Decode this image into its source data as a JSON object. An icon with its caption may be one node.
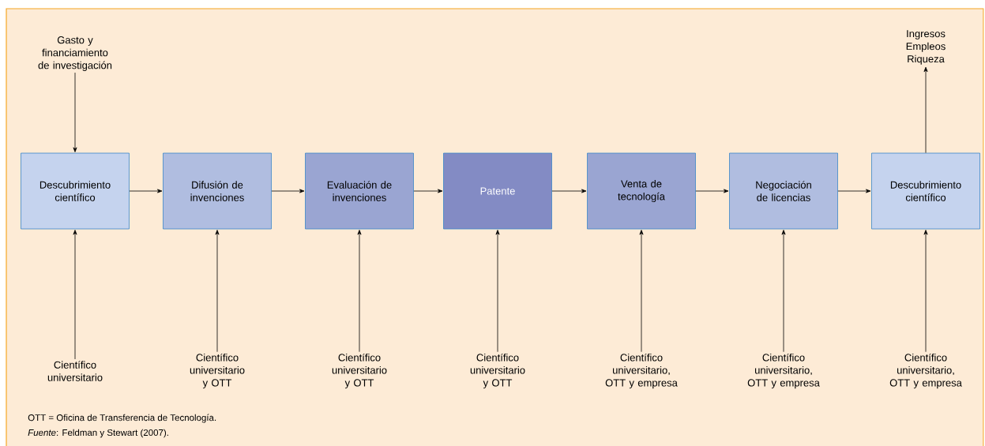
{
  "diagram": {
    "nodes": [
      {
        "text": [
          "Gasto y financiamiento de investigación"
        ]
      },
      {
        "text": [
          "Descubrimiento científico"
        ]
      },
      {
        "text": [
          "Difusión de invenciones"
        ]
      },
      {
        "text": [
          "Evaluación de invenciones"
        ]
      },
      {
        "text": [
          "Patente"
        ]
      },
      {
        "text": [
          "Venta de tecnología"
        ]
      },
      {
        "text": [
          "Negociación de licencias"
        ]
      },
      {
        "text": [
          "Descubrimiento científico"
        ]
      },
      {
        "text": [
          "Ingresos Empleos Riqueza"
        ]
      },
      {
        "text": [
          "Científico universitario"
        ]
      },
      {
        "text": [
          "Científico universitario y OTT"
        ]
      },
      {
        "text": [
          "Científico universitario y OTT"
        ]
      },
      {
        "text": [
          "Científico universitario y OTT"
        ]
      },
      {
        "text": [
          "Científico universitario, OTT y empresa"
        ]
      },
      {
        "text": [
          "Científico universitario, OTT y empresa"
        ]
      },
      {
        "text": [
          "Científico universitario, OTT y empresa"
        ]
      }
    ],
    "edges": [
      {
        "from": 0,
        "to": 1,
        "arrow": "to"
      },
      {
        "from": 1,
        "to": 2,
        "arrow": "to"
      },
      {
        "from": 2,
        "to": 3,
        "arrow": "to"
      },
      {
        "from": 3,
        "to": 4,
        "arrow": "to"
      },
      {
        "from": 4,
        "to": 5,
        "arrow": "to"
      },
      {
        "from": 5,
        "to": 6,
        "arrow": "to"
      },
      {
        "from": 6,
        "to": 7,
        "arrow": "to"
      },
      {
        "from": 7,
        "to": 8,
        "arrow": "to"
      },
      {
        "from": 9,
        "to": 1,
        "arrow": "to"
      },
      {
        "from": 10,
        "to": 2,
        "arrow": "to"
      },
      {
        "from": 11,
        "to": 3,
        "arrow": "to"
      },
      {
        "from": 12,
        "to": 4,
        "arrow": "to"
      },
      {
        "from": 13,
        "to": 5,
        "arrow": "to"
      },
      {
        "from": 14,
        "to": 6,
        "arrow": "to"
      },
      {
        "from": 15,
        "to": 7,
        "arrow": "to"
      }
    ],
    "labels": [
      "OTT = Oficina de Transferencia de Tecnología.",
      "*Fuente*: Feldman y Stewart (2007)."
    ]
  }
}
